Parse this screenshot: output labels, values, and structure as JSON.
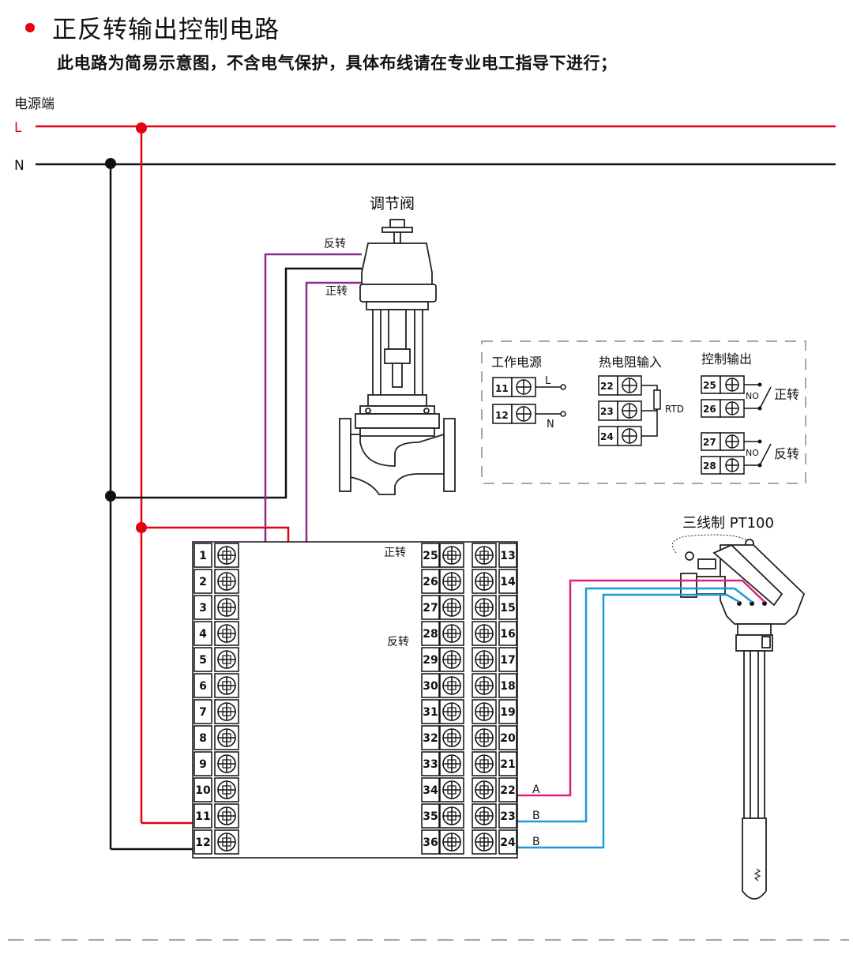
{
  "header": {
    "title": "正反转输出控制电路",
    "subtitle": "此电路为简易示意图，不含电气保护，具体布线请在专业电工指导下进行；"
  },
  "power": {
    "label": "电源端",
    "line_L": "L",
    "line_N": "N"
  },
  "valve": {
    "label": "调节阀",
    "reverse_label": "反转",
    "forward_label": "正转"
  },
  "legend": {
    "power_title": "工作电源",
    "power_terminals": [
      "11",
      "12"
    ],
    "power_L": "L",
    "power_N": "N",
    "rtd_title": "热电阻输入",
    "rtd_terminals": [
      "22",
      "23",
      "24"
    ],
    "rtd_label": "RTD",
    "out_title": "控制输出",
    "out_terminals": [
      "25",
      "26",
      "27",
      "28"
    ],
    "no_label": "NO",
    "forward": "正转",
    "reverse": "反转"
  },
  "sensor": {
    "label": "三线制 PT100"
  },
  "controller": {
    "left_terminals": [
      "1",
      "2",
      "3",
      "4",
      "5",
      "6",
      "7",
      "8",
      "9",
      "10",
      "11",
      "12"
    ],
    "mid_terminals": [
      "25",
      "26",
      "27",
      "28",
      "29",
      "30",
      "31",
      "32",
      "33",
      "34",
      "35",
      "36"
    ],
    "right_terminals": [
      "13",
      "14",
      "15",
      "16",
      "17",
      "18",
      "19",
      "20",
      "21",
      "22",
      "23",
      "24"
    ],
    "forward_label": "正转",
    "reverse_label": "反转",
    "wire_A": "A",
    "wire_B1": "B",
    "wire_B2": "B"
  },
  "colors": {
    "live": "#e60012",
    "neutral": "#111111",
    "purple": "#8b2a8b",
    "magenta": "#e0207a",
    "cyan": "#1a9ad6",
    "dash": "#888888"
  }
}
